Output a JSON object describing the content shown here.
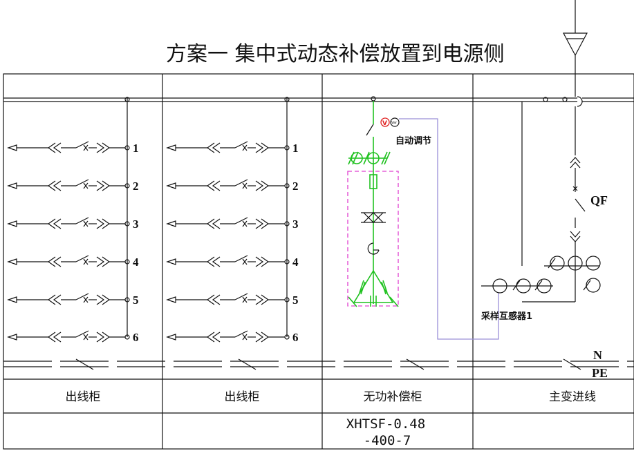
{
  "title": "方案一    集中式动态补偿放置到电源侧",
  "feeder_numbers": [
    "1",
    "2",
    "3",
    "4",
    "5",
    "6"
  ],
  "auto_adjust_label": "自动调节",
  "meter_symbol": "V",
  "meter_symbol_2": "Var",
  "breaker_label": "QF",
  "ct_label": "采样互感器1",
  "bus_labels": {
    "n": "N",
    "pe": "PE"
  },
  "cabinets": [
    {
      "name": "出线柜",
      "model_line1": "",
      "model_line2": ""
    },
    {
      "name": "出线柜",
      "model_line1": "",
      "model_line2": ""
    },
    {
      "name": "无功补偿柜",
      "model_line1": "XHTSF-0.48",
      "model_line2": "-400-7"
    },
    {
      "name": "主变进线",
      "model_line1": "",
      "model_line2": ""
    }
  ],
  "colors": {
    "line": "#111111",
    "compensation": "#1fc11f",
    "dashed_box": "#e040d0",
    "signal": "#9a8fd8",
    "meter": "#e02020"
  }
}
